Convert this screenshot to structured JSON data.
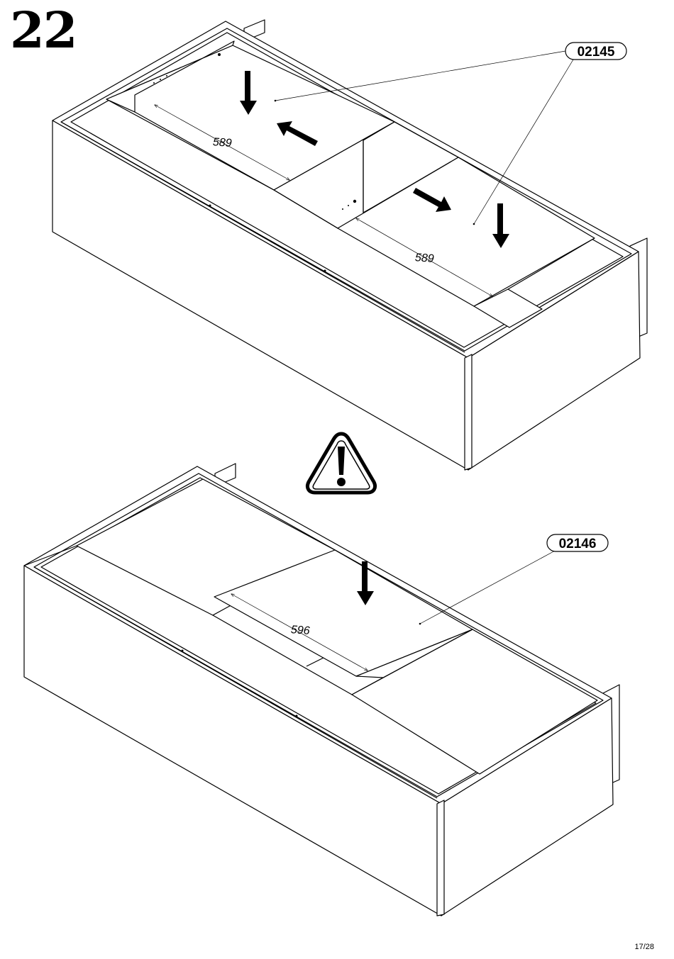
{
  "step": {
    "number": "22"
  },
  "page": {
    "number": "17/28"
  },
  "top_view": {
    "part_label": "02145",
    "dimension_left": "589",
    "dimension_right": "589"
  },
  "bottom_view": {
    "part_label": "02146",
    "dimension": "596"
  },
  "icons": {
    "warning": "warning-triangle-icon",
    "arrow": "arrow-icon"
  }
}
